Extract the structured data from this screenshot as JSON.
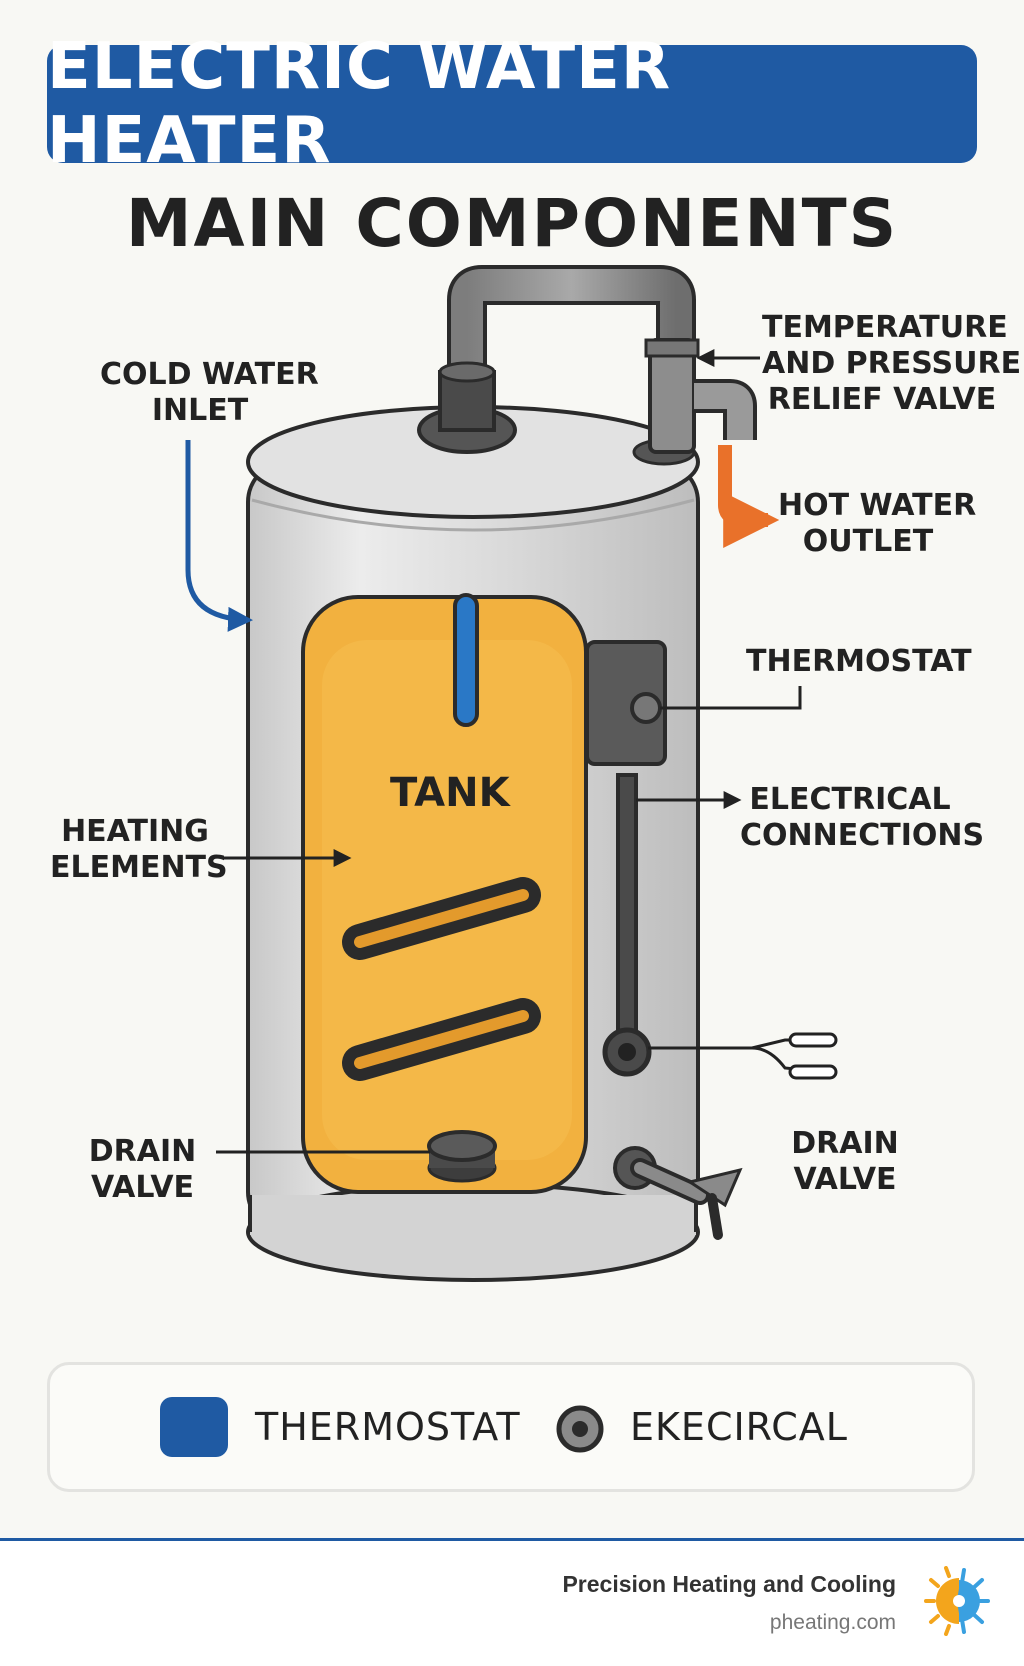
{
  "header": {
    "title": "ELECTRIC WATER HEATER",
    "subtitle": "MAIN COMPONENTS"
  },
  "labels": {
    "cold_inlet_1": "COLD WATER",
    "cold_inlet_2": "INLET",
    "relief_1": "TEMPERATURE",
    "relief_2": "AND PRESSURE",
    "relief_3": "RELIEF VALVE",
    "hot_outlet_1": "HOT WATER",
    "hot_outlet_2": "OUTLET",
    "thermostat": "THERMOSTAT",
    "electrical_1": "ELECTRICAL",
    "electrical_2": "CONNECTIONS",
    "heating_1": "HEATING",
    "heating_2": "ELEMENTS",
    "tank": "TANK",
    "drain_left_1": "DRAIN",
    "drain_left_2": "VALVE",
    "drain_right_1": "DRAIN",
    "drain_right_2": "VALVE"
  },
  "legend": {
    "item1": "THERMOSTAT",
    "item2": "EKECIRCAL"
  },
  "footer": {
    "brand": "Precision Heating and Cooling",
    "url": "pheating.com"
  },
  "colors": {
    "brand_blue": "#1f5aa3",
    "tank_orange": "#f2b13f",
    "hot_pipe": "#e9712a",
    "steel": "#d9d9d9"
  }
}
